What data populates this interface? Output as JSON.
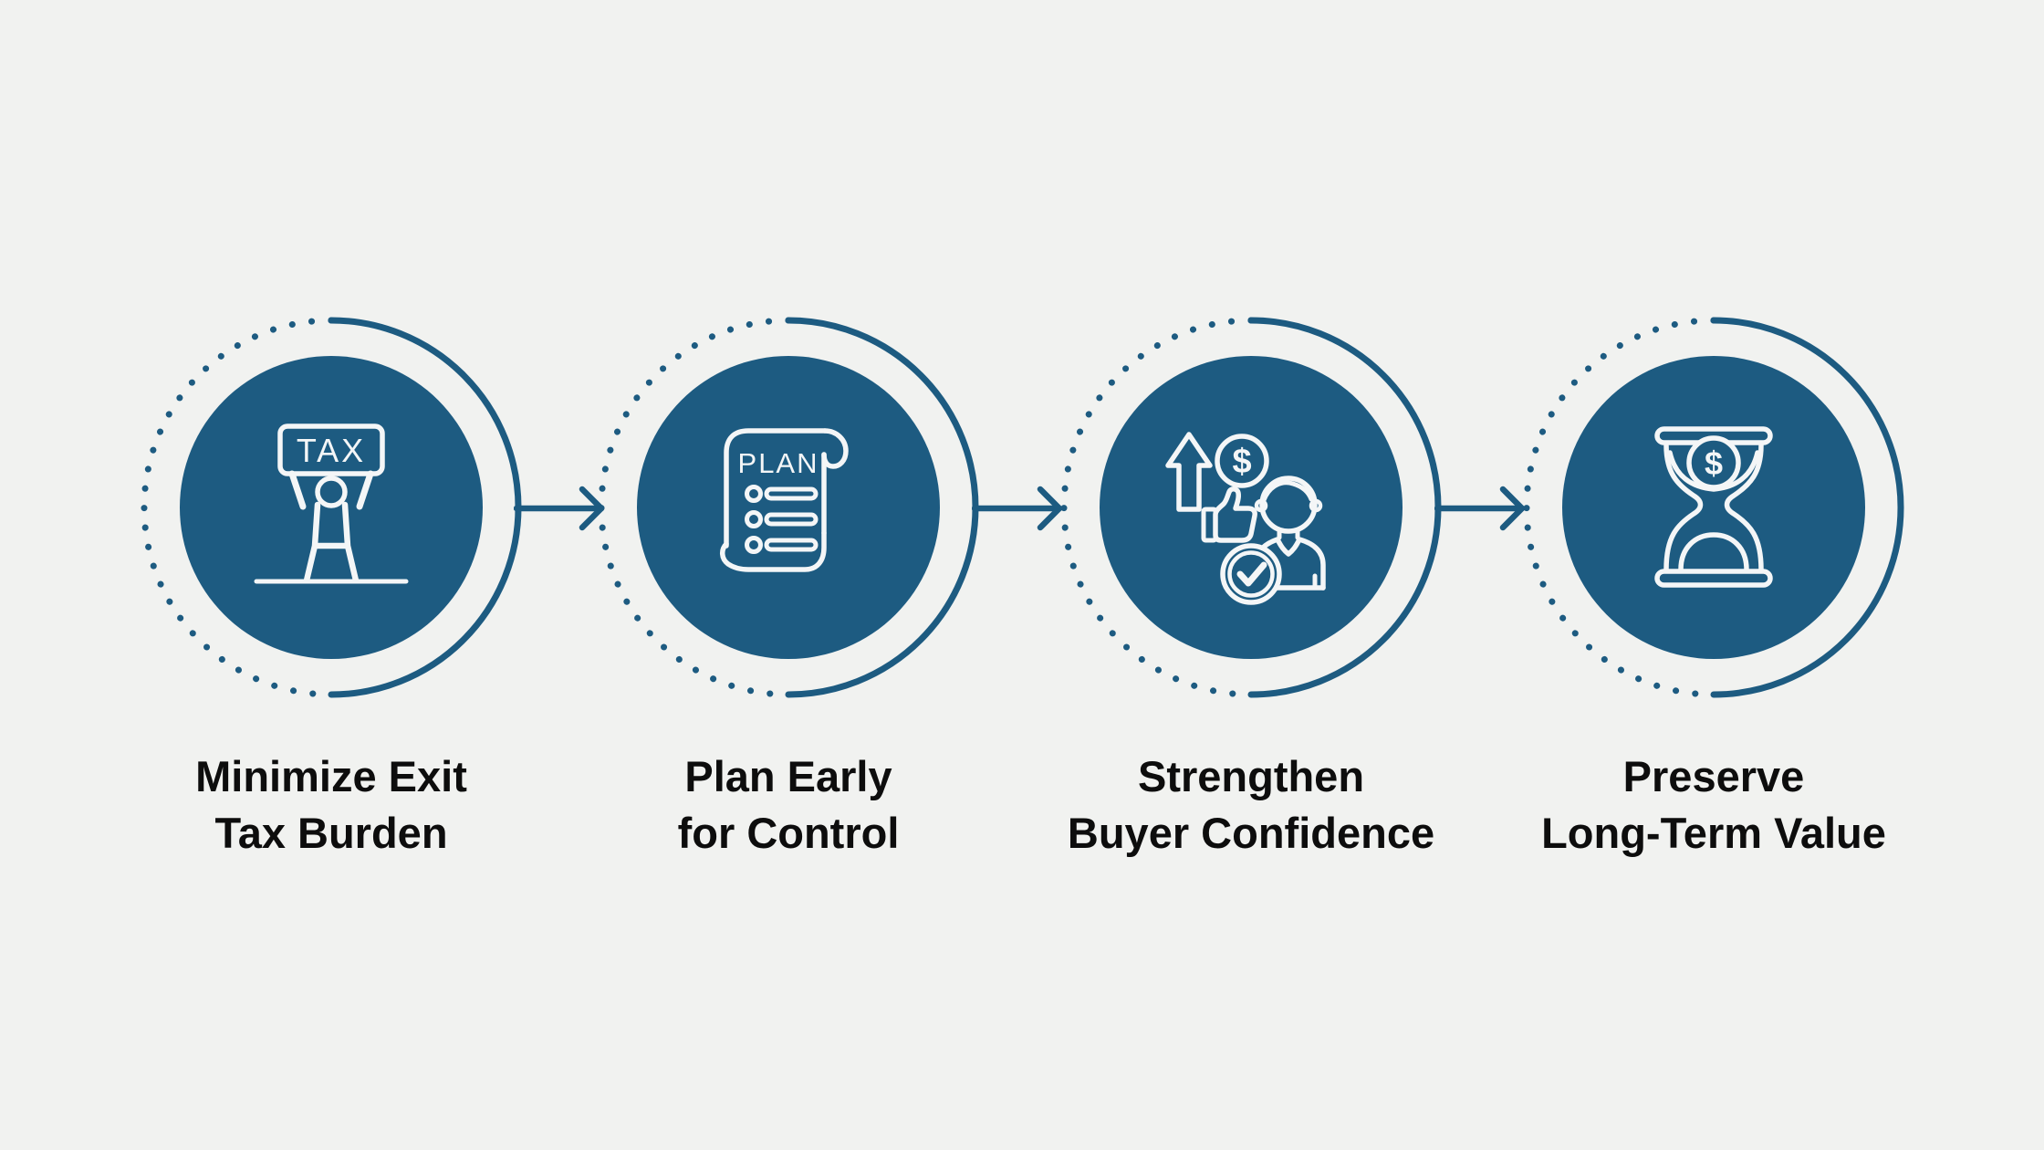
{
  "diagram_type": "process-flow",
  "colors": {
    "background": "#F1F2F0",
    "accent": "#1D5B81",
    "label_text": "#0D0D0D",
    "icon_stroke": "#F4F6F7"
  },
  "steps": [
    {
      "id": 1,
      "icon": "tax-protester-icon",
      "icon_text": "TAX",
      "label_line1": "Minimize Exit",
      "label_line2": "Tax Burden"
    },
    {
      "id": 2,
      "icon": "plan-scroll-icon",
      "icon_text": "PLAN",
      "label_line1": "Plan Early",
      "label_line2": "for Control"
    },
    {
      "id": 3,
      "icon": "buyer-confidence-icon",
      "icon_text": "$",
      "label_line1": "Strengthen",
      "label_line2": "Buyer Confidence"
    },
    {
      "id": 4,
      "icon": "hourglass-money-icon",
      "icon_text": "$",
      "label_line1": "Preserve",
      "label_line2": "Long-Term Value"
    }
  ],
  "connectors": {
    "count": 3,
    "style": "right-arrow"
  }
}
